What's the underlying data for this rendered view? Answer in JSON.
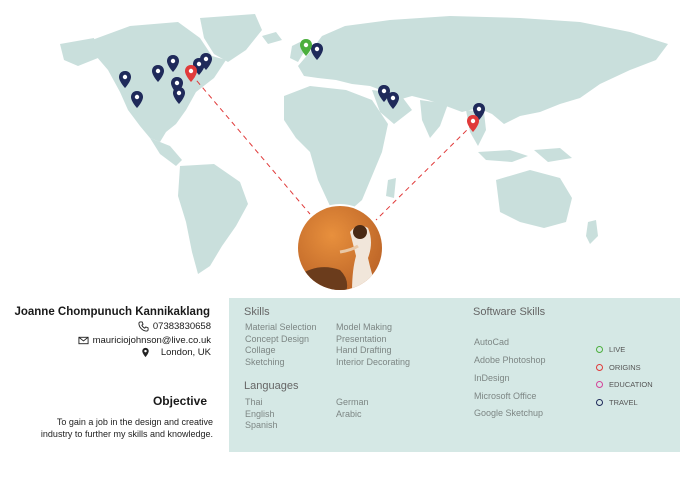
{
  "profile": {
    "name": "Joanne Chompunuch Kannikaklang",
    "phone": "07383830658",
    "email": "mauriciojohnson@live.co.uk",
    "location": "London, UK"
  },
  "objective": {
    "title": "Objective",
    "text": "To gain a job in the design and creative industry to further my skills and knowledge."
  },
  "skills": {
    "title": "Skills",
    "col1": [
      "Material Selection",
      "Concept Design",
      "Collage",
      "Sketching"
    ],
    "col2": [
      "Model Making",
      "Presentation",
      "Hand Drafting",
      "Interior Decorating"
    ]
  },
  "languages": {
    "title": "Languages",
    "col1": [
      "Thai",
      "English",
      "Spanish"
    ],
    "col2": [
      "German",
      "Arabic"
    ]
  },
  "software": {
    "title": "Software Skills",
    "items": [
      "AutoCad",
      "Adobe Photoshop",
      "InDesign",
      "Microsoft Office",
      "Google Sketchup"
    ]
  },
  "legend": [
    {
      "label": "LIVE",
      "color": "#4caf3e"
    },
    {
      "label": "ORIGINS",
      "color": "#e03a3a"
    },
    {
      "label": "EDUCATION",
      "color": "#d4429a"
    },
    {
      "label": "TRAVEL",
      "color": "#1f2a5a"
    }
  ],
  "colors": {
    "map": "#c9dfdc",
    "panel": "#d5e8e5",
    "live": "#4caf3e",
    "origins": "#e03a3a",
    "travel": "#1f2a5a"
  }
}
